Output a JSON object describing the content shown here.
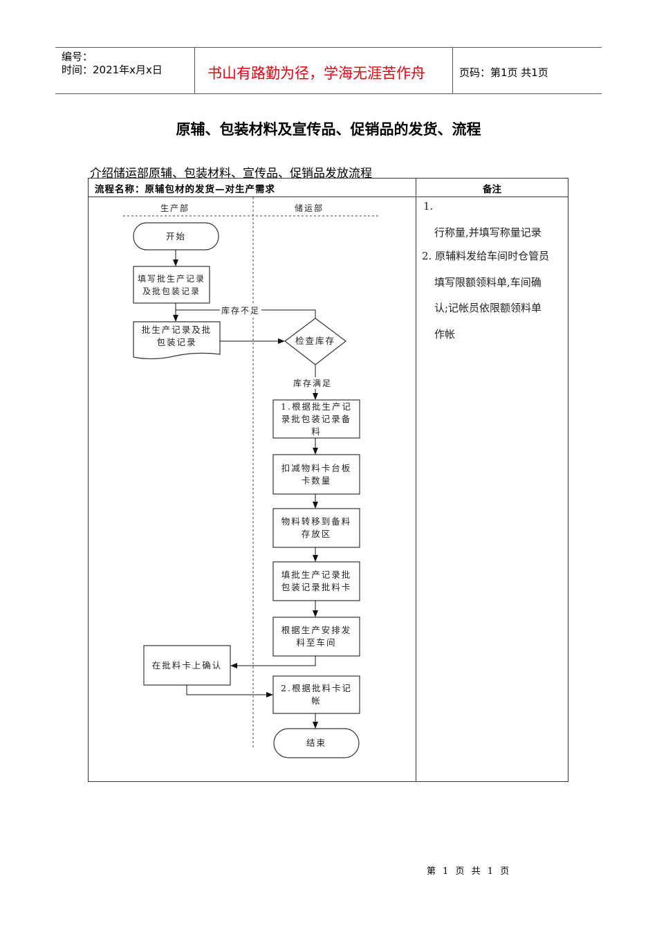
{
  "header": {
    "number_label": "编号：",
    "time_label": "时间：2021年x月x日",
    "motto": "书山有路勤为径，学海无涯苦作舟",
    "page_info": "页码：第1页 共1页",
    "motto_color": "#e60012"
  },
  "title": "原辅、包装材料及宣传品、促销品的发货、流程",
  "intro": "介绍储运部原辅、包装材料、宣传品、促销品发放流程",
  "table": {
    "process_name": "流程名称：原辅包材的发货—对生产需求",
    "remarks_header": "备注"
  },
  "flow": {
    "lanes": [
      "生产部",
      "储运部"
    ],
    "start": "开始",
    "fill_record": "填写批生产记录及批包装记录",
    "record_doc": "批生产记录及批包装记录",
    "check_stock": "检查库存",
    "stock_insufficient": "库存不足",
    "stock_sufficient": "库存满足",
    "prepare": "1.根据批生产记录批包装记录备料",
    "deduct": "扣减物料卡台板卡数量",
    "move": "物料转移到备料存放区",
    "fill_card": "填批生产记录批包装记录批料卡",
    "dispatch": "根据生产安排发料至车间",
    "confirm": "在批料卡上确认",
    "bookkeep": "2.根据批料卡记帐",
    "end": "结束"
  },
  "remarks": [
    "1.",
    "行称量,并填写称量记录",
    "2. 原辅料发给车间时仓管员",
    "填写限额领料单,车间确",
    "认;记帐员依限额领料单",
    "作帐"
  ],
  "footer": "第 1 页 共 1 页"
}
